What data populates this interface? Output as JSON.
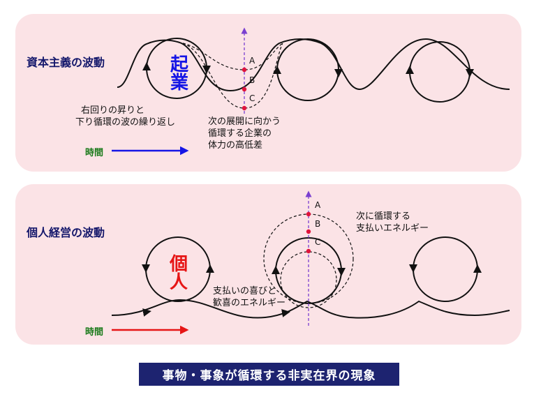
{
  "top": {
    "heading": "資本主義の波動",
    "kanji": [
      "起",
      "業"
    ],
    "note_left": [
      "右回りの昇りと",
      "下り循環の波の繰り返し"
    ],
    "note_right": [
      "次の展開に向かう",
      "循環する企業の",
      "体力の高低差"
    ],
    "points": [
      "A",
      "B",
      "C"
    ],
    "time_label": "時間",
    "arrow_color": "#1515e6"
  },
  "bottom": {
    "heading": "個人経営の波動",
    "kanji": [
      "個",
      "人"
    ],
    "note_right": [
      "次に循環する",
      "支払いエネルギー"
    ],
    "note_bottom": [
      "支払いの喜びと",
      "歓喜のエネルギー"
    ],
    "points": [
      "A",
      "B",
      "C"
    ],
    "time_label": "時間",
    "arrow_color": "#e61515"
  },
  "banner": "事物・事象が循環する非実在界の現象",
  "colors": {
    "panel": "#fbe3e6",
    "accent_line": "#7a3fd0",
    "marker": "#e0143c",
    "kanji_top": "#1515e6",
    "kanji_bottom": "#e61515",
    "banner": "#1d2370"
  }
}
